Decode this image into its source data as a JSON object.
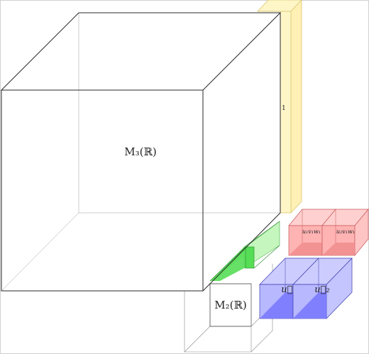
{
  "labels": {
    "big_cube": "M₃(ℝ)",
    "small_cube": "M₂(ℝ)",
    "yellow_bar": "1",
    "red_left": "u₁v₁w₁",
    "red_right": "u₂v₁w₁",
    "blue_left": "u⃗₁",
    "blue_right": "u⃗₂"
  },
  "colors": {
    "yellow_fill": "#fff6c8",
    "yellow_stroke": "#d9c770",
    "green_fill": "#a8f0a0",
    "green_dark": "#55dd55",
    "green_stroke": "#4caf50",
    "red_fill": "#ffb3b3",
    "red_dark": "#f08a8a",
    "red_stroke": "#c85a5a",
    "blue_fill": "#b8b8ff",
    "blue_dark": "#7a7aff",
    "blue_stroke": "#3a3ab0"
  }
}
